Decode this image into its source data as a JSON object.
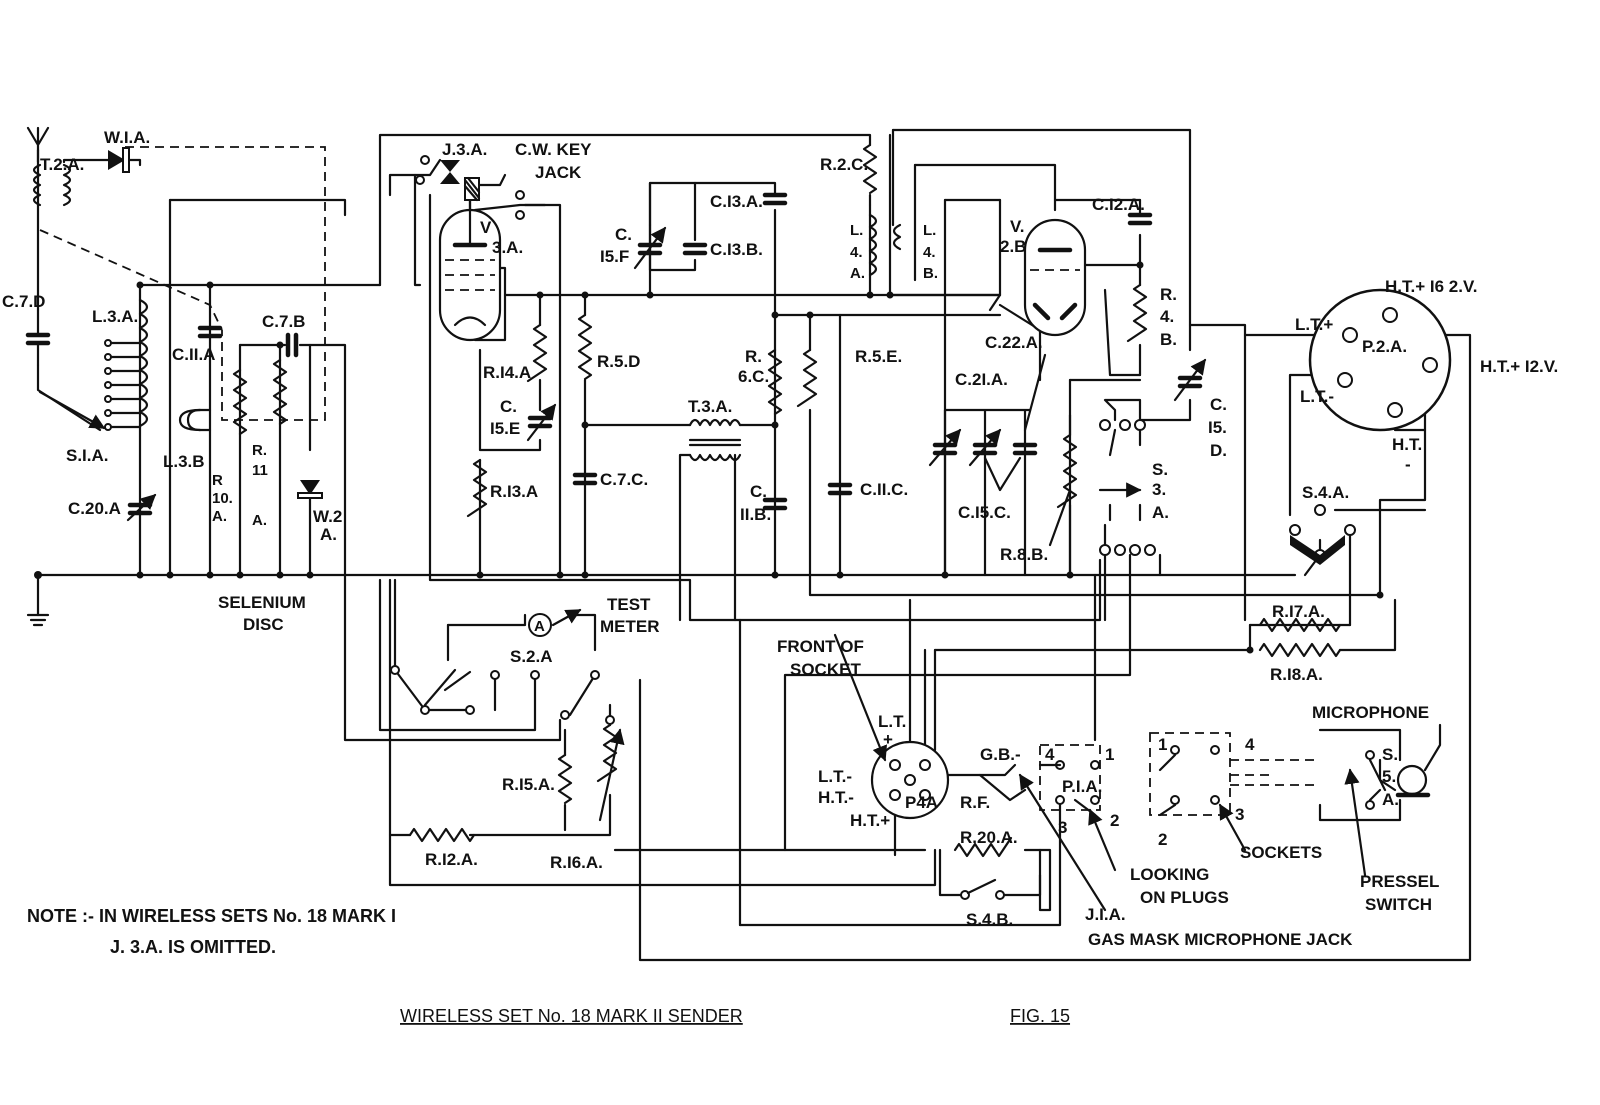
{
  "labels": {
    "w1a": "W.I.A.",
    "t2a": "T.2.A.",
    "c7d": "C.7.D",
    "l3a": "L.3.A.",
    "c11a": "C.II.A",
    "c7b": "C.7.B",
    "s1a": "S.I.A.",
    "l3b": "L.3.B",
    "c20a": "C.20.A",
    "r10a_1": "R",
    "r10a_2": "10.",
    "r10a_3": "A.",
    "r11a_1": "R.",
    "r11a_2": "11",
    "r11a_3": "A.",
    "w2a_1": "W.2",
    "w2a_2": "A.",
    "selenium_1": "SELENIUM",
    "selenium_2": "DISC",
    "j3a": "J.3.A.",
    "cwkey_1": "C.W. KEY",
    "cwkey_2": "JACK",
    "v3a_1": "V",
    "v3a_2": "3.A.",
    "r14a": "R.I4.A",
    "c15e_1": "C.",
    "c15e_2": "I5.E",
    "r13a": "R.I3.A",
    "c15f_1": "C.",
    "c15f_2": "I5.F",
    "c13a": "C.I3.A.",
    "c13b": "C.I3.B.",
    "r5d": "R.5.D",
    "c7c": "C.7.C.",
    "t3a": "T.3.A.",
    "r2c": "R.2.C.",
    "l4a_1": "L.",
    "l4a_2": "4.",
    "l4a_3": "A.",
    "l4b_1": "L.",
    "l4b_2": "4.",
    "l4b_3": "B.",
    "r6c_1": "R.",
    "r6c_2": "6.C.",
    "r5e": "R.5.E.",
    "c11b_1": "C.",
    "c11b_2": "II.B.",
    "c11c": "C.II.C.",
    "v2b_1": "V.",
    "v2b_2": "2.B",
    "c12a": "C.I2.A.",
    "r4b_1": "R.",
    "r4b_2": "4.",
    "r4b_3": "B.",
    "c22a": "C.22.A.",
    "c21a": "C.2I.A.",
    "c15c": "C.I5.C.",
    "r8b": "R.8.B.",
    "s3a_1": "S.",
    "s3a_2": "3.",
    "s3a_3": "A.",
    "c15d_1": "C.",
    "c15d_2": "I5.",
    "c15d_3": "D.",
    "lt_plus": "L.T.+",
    "p2a": "P.2.A.",
    "lt_minus": "L.T.-",
    "ht162": "H.T.+ I6 2.V.",
    "ht12": "H.T.+ I2.V.",
    "ht_1": "H.T.",
    "ht_2": "-",
    "s4a": "S.4.A.",
    "r17a": "R.I7.A.",
    "r18a": "R.I8.A.",
    "s2a": "S.2.A",
    "meter_glyph": "A",
    "test_1": "TEST",
    "test_2": "METER",
    "r15a": "R.I5.A.",
    "r12a": "R.I2.A.",
    "r16a": "R.I6.A.",
    "front_1": "FRONT OF",
    "front_2": "SOCKET",
    "lt_p4_1": "L.T.",
    "lt_p4_2": "+",
    "lt_minus_p4": "L.T.-",
    "ht_minus_p4": "H.T.-",
    "ht_plus_p4": "H.T.+",
    "p4a": "P4A",
    "rf": "R.F.",
    "gb": "G.B.-",
    "p1a": "P.I.A.",
    "n4a": "4",
    "n1a": "1",
    "n3a": "3",
    "n2a": "2",
    "r20a": "R.20.A.",
    "s4b": "S.4.B.",
    "looking_1": "LOOKING",
    "looking_2": "ON PLUGS",
    "j1a": "J.I.A.",
    "gasmask": "GAS MASK MICROPHONE JACK",
    "n1b": "1",
    "n4b": "4",
    "n3b": "3",
    "n2b": "2",
    "sockets": "SOCKETS",
    "microphone": "MICROPHONE",
    "s5a_1": "S.",
    "s5a_2": "5.",
    "s5a_3": "A.",
    "pressel_1": "PRESSEL",
    "pressel_2": "SWITCH"
  },
  "note": {
    "line1": "NOTE :- IN WIRELESS SETS No. 18 MARK I",
    "line2": "J. 3.A. IS OMITTED."
  },
  "caption": {
    "title": "WIRELESS SET No. 18 MARK II SENDER",
    "fig": "FIG. 15"
  }
}
